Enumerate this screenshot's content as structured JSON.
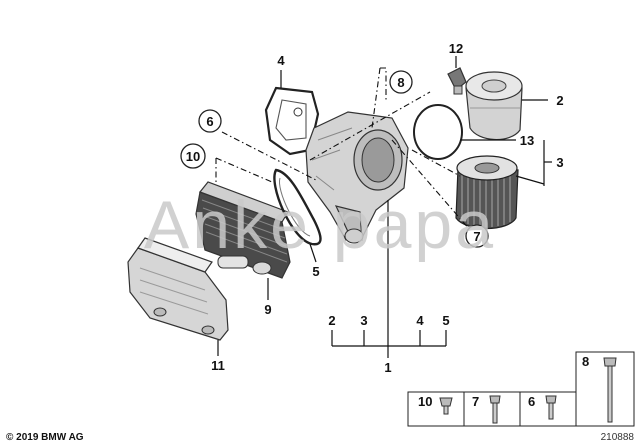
{
  "callouts": {
    "c1": "1",
    "c2": "2",
    "c3": "3",
    "c4": "4",
    "c5": "5",
    "c6": "6",
    "c7": "7",
    "c8": "8",
    "c9": "9",
    "c10": "10",
    "c11": "11",
    "c12": "12",
    "c13": "13"
  },
  "summary": {
    "s2": "2",
    "s3": "3",
    "s4": "4",
    "s5": "5",
    "s1": "1"
  },
  "legend": {
    "l10": "10",
    "l7": "7",
    "l6": "6",
    "l8": "8"
  },
  "watermark": "Anke papa",
  "copyright": "© 2019 BMW AG",
  "diagram_id": "210888"
}
